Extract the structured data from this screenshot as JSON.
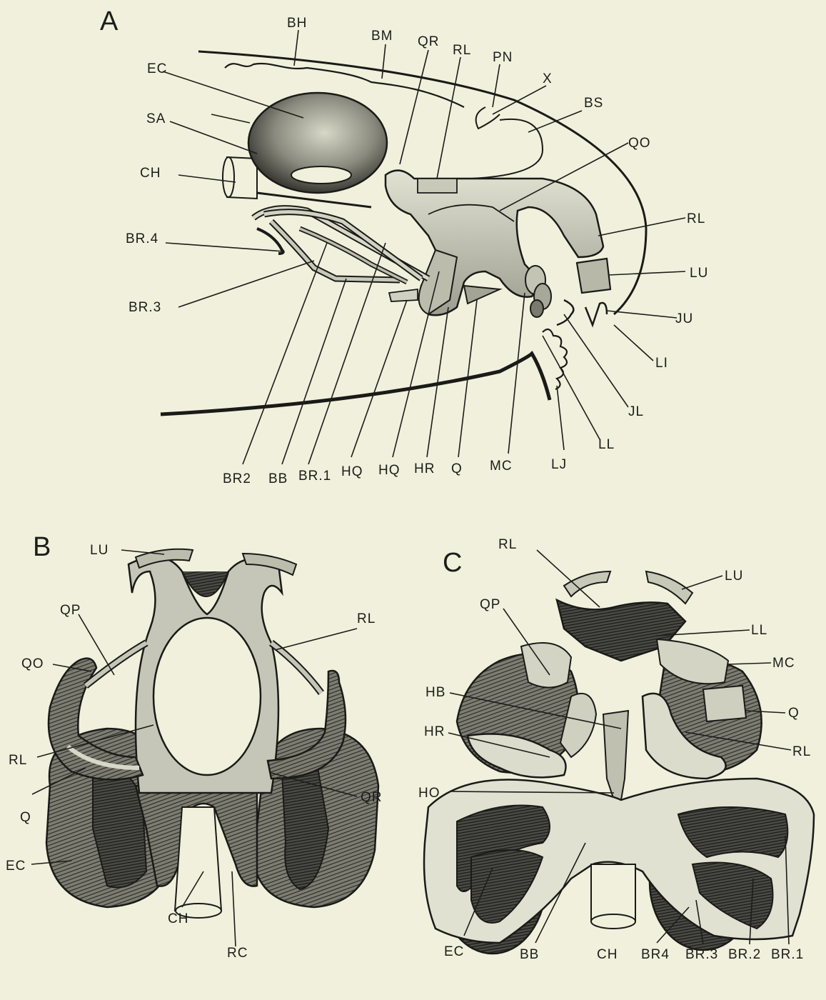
{
  "panels": {
    "A": {
      "letter": "A",
      "labels": [
        "BH",
        "BM",
        "QR",
        "RL",
        "PN",
        "X",
        "EC",
        "SA",
        "BS",
        "QO",
        "CH",
        "RL",
        "BR.4",
        "LU",
        "BR.3",
        "JU",
        "LI",
        "JL",
        "LL",
        "BR2",
        "BB",
        "BR.1",
        "HQ",
        "HQ",
        "HR",
        "Q",
        "MC",
        "LJ"
      ]
    },
    "B": {
      "letter": "B",
      "labels": [
        "LU",
        "QP",
        "RL",
        "QO",
        "RL",
        "Q",
        "QR",
        "EC",
        "CH",
        "RC"
      ]
    },
    "C": {
      "letter": "C",
      "labels": [
        "RL",
        "LU",
        "QP",
        "LL",
        "MC",
        "HB",
        "Q",
        "HR",
        "RL",
        "HO",
        "EC",
        "BB",
        "CH",
        "BR4",
        "BR.3",
        "BR.2",
        "BR.1"
      ]
    }
  },
  "colors": {
    "paper": "#f0f0dc",
    "ink": "#1a1a18",
    "cartilage_light": "#d8d8c8",
    "cartilage_mid": "#a9a99a",
    "cartilage_dark": "#3c3c38"
  }
}
